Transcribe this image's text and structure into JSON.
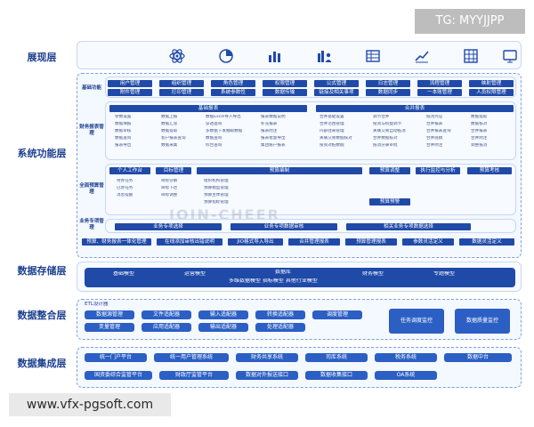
{
  "overlays": {
    "top_right": "TG: MYYJJPP",
    "bottom_left": "www.vfx-pgsoft.com",
    "watermark": "JOIN-CHEER"
  },
  "layers": {
    "presentation": "展现层",
    "system_function": "系统功能层",
    "data_storage": "数据存储层",
    "data_integration": "数据整合层",
    "data_ingestion": "数据集成层"
  },
  "presentation_icons": [
    "atom-icon",
    "pie-chart-icon",
    "bar-chart-icon",
    "person-chart-icon",
    "table-icon",
    "trend-chart-icon",
    "grid-icon",
    "monitor-icon"
  ],
  "basic_functions": {
    "label": "基础功能",
    "row1": [
      "用户管理",
      "组织管理",
      "角色管理",
      "权限管理",
      "公式管理",
      "日志管理",
      "流程管理",
      "映射管理"
    ],
    "row2": [
      "附件管理",
      "打印管理",
      "系统参数性",
      "数据传输",
      "链接及相关事项",
      "数据同步",
      "一本账管理",
      "人员权限管理"
    ]
  },
  "financial_report": {
    "label": "财务报表管理",
    "basic_report": "基础报表",
    "consolidated_report": "合并报表",
    "col1": [
      "参数设置",
      "数据填报",
      "数据审核",
      "数据查询",
      "报表导出"
    ],
    "col2": [
      "数据上报",
      "数据汇总",
      "数据提取",
      "客户报表查询",
      "数据采集"
    ],
    "col3": [
      "数据Excel导入导出",
      "穿透查询",
      "多数据下发抽取数据",
      "数据查询",
      "综合查询"
    ],
    "col4": [
      "报表数据说明",
      "补充报表",
      "报表附注",
      "报表批量导出",
      "集团账户报表"
    ],
    "col5": [
      "合并基础设置",
      "合并范围管理",
      "内部往来管理",
      "关联交易数据核对",
      "投资对抵数据"
    ],
    "col6": [
      "调节合并",
      "投资与权益调节",
      "关联交易自动抵消",
      "合并数据核对",
      "抵消分录审批"
    ],
    "col7": [
      "抵消凭证",
      "合并报表",
      "合并报表查询",
      "合并底稿",
      "合并附注"
    ],
    "col8": [
      "数据提取",
      "数据核对",
      "合并报表",
      "合并附注",
      "调整抵消"
    ]
  },
  "budget": {
    "label": "全面预算管理",
    "workbench": "个人工作台",
    "target": "目标管理",
    "budget_prep": "预算编制",
    "budget_adjust": "预算调整",
    "budget_exec": "执行监控与分析",
    "budget_eval": "预算考核",
    "budget_warn": "预算预警",
    "sample_items": [
      "待办任务",
      "已办任务",
      "消息提醒",
      "目标分解",
      "目标下达",
      "目标调整",
      "组织机构管理",
      "预算模型管理",
      "预算主体管理",
      "预算指标管理"
    ]
  },
  "business": {
    "label": "业务专项管理",
    "items": [
      "业务专项选择",
      "业务专项数据审核",
      "相关业务专项数据选择"
    ]
  },
  "bottom_function_row": [
    "预算、财务报表一体化管理",
    "在线添加审核出错说明",
    "JIO格式导入导出",
    "合并管理报表",
    "预算管理报表",
    "参数灵活定义",
    "数据灵活定义"
  ],
  "storage": {
    "row": [
      "基础模型",
      "运营模型",
      "数据库",
      "财务模型",
      "专题模型"
    ],
    "sub": "多维数据模型  指标模型  其他行业模型"
  },
  "integration": {
    "header": "ETL设计器",
    "row1": [
      "数据源管理",
      "文件适配器",
      "输入适配器",
      "转换适配器",
      "调度管理"
    ],
    "row2": [
      "变量管理",
      "应用适配器",
      "输出适配器",
      "处理适配器"
    ],
    "right": [
      "任务调度监控",
      "数据质量监控"
    ]
  },
  "ingestion": {
    "row1": [
      "统一门户平台",
      "统一用户管理系统",
      "财务共享系统",
      "司库系统",
      "税务系统",
      "数据中台"
    ],
    "row2": [
      "国资委综合监管平台",
      "财政厅监管平台",
      "数据对外报送接口",
      "数据收集接口",
      "OA系统"
    ]
  }
}
